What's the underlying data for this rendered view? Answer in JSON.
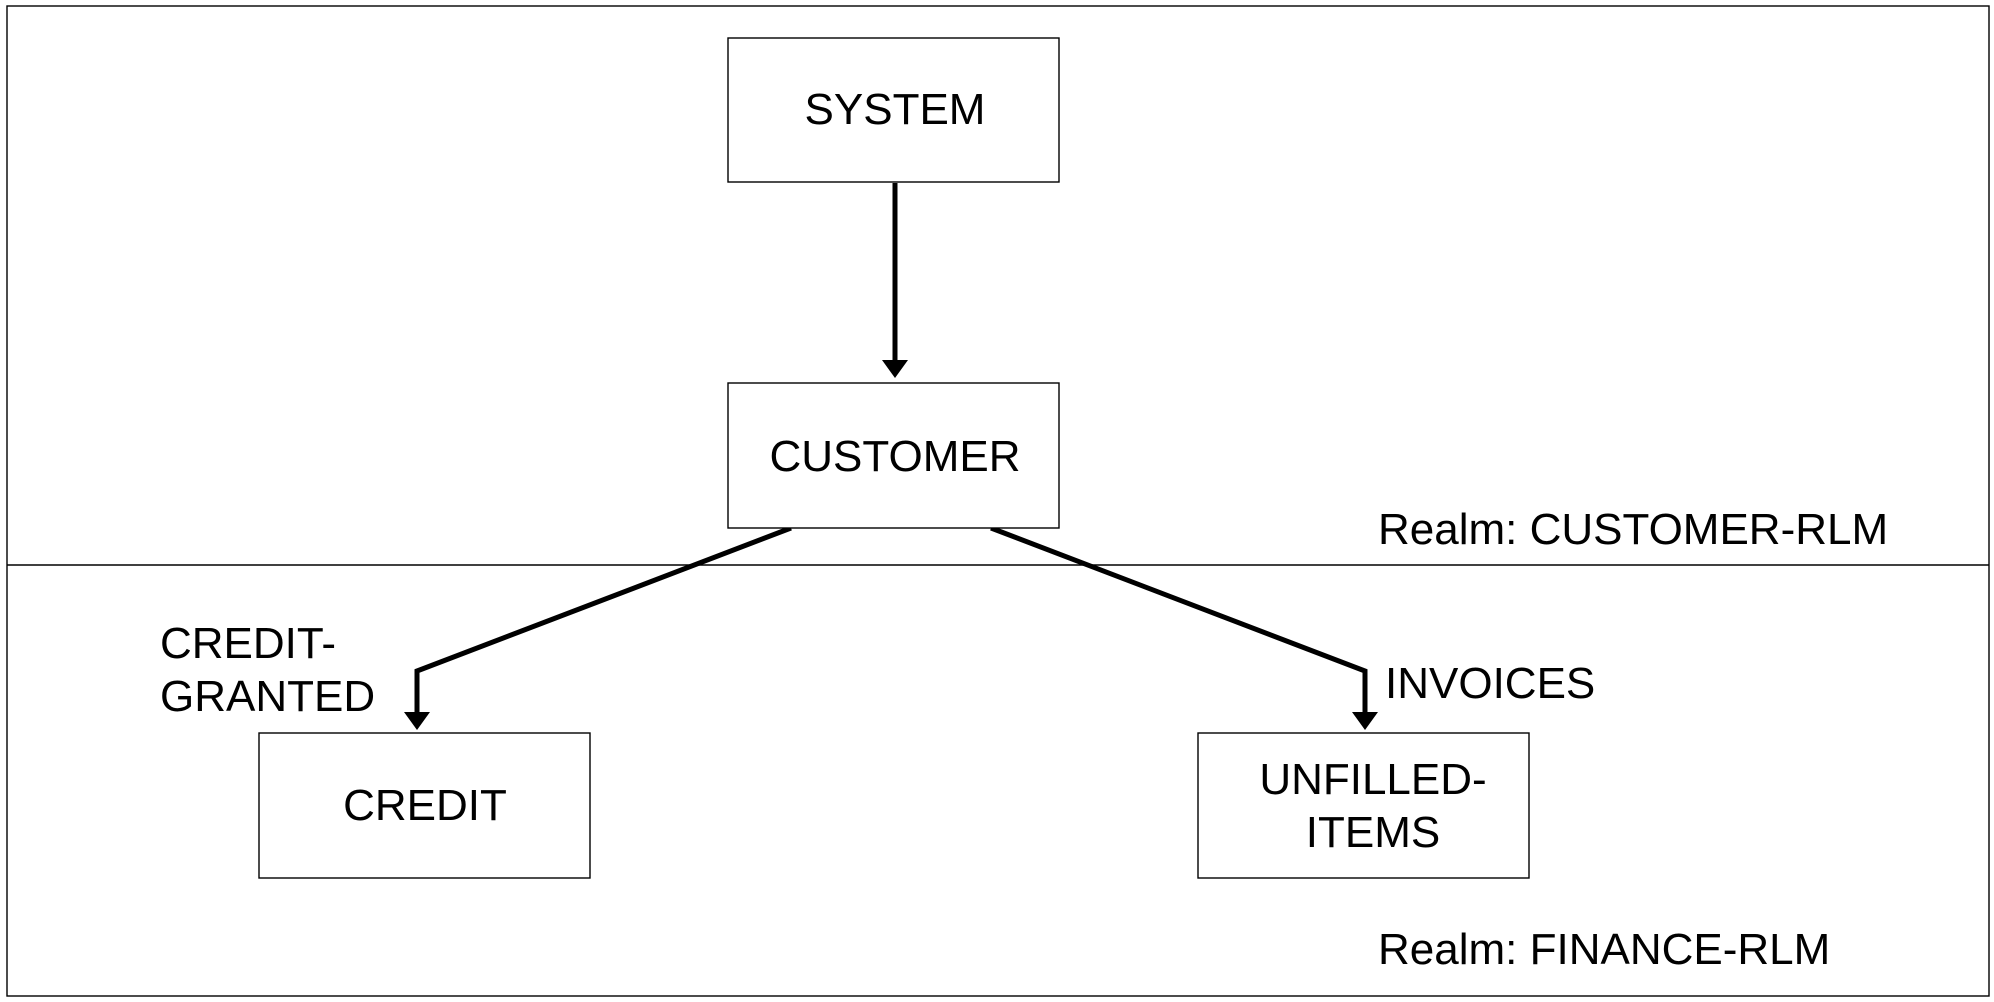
{
  "diagram": {
    "nodes": {
      "system": {
        "label": "SYSTEM"
      },
      "customer": {
        "label": "CUSTOMER"
      },
      "credit": {
        "label": "CREDIT"
      },
      "unfilled_items": {
        "label_line1": "UNFILLED-",
        "label_line2": "ITEMS"
      }
    },
    "edges": {
      "credit_granted": {
        "label_line1": "CREDIT-",
        "label_line2": "GRANTED"
      },
      "invoices": {
        "label": "INVOICES"
      }
    },
    "realms": {
      "customer": {
        "label": "Realm: CUSTOMER-RLM"
      },
      "finance": {
        "label": "Realm: FINANCE-RLM"
      }
    }
  }
}
